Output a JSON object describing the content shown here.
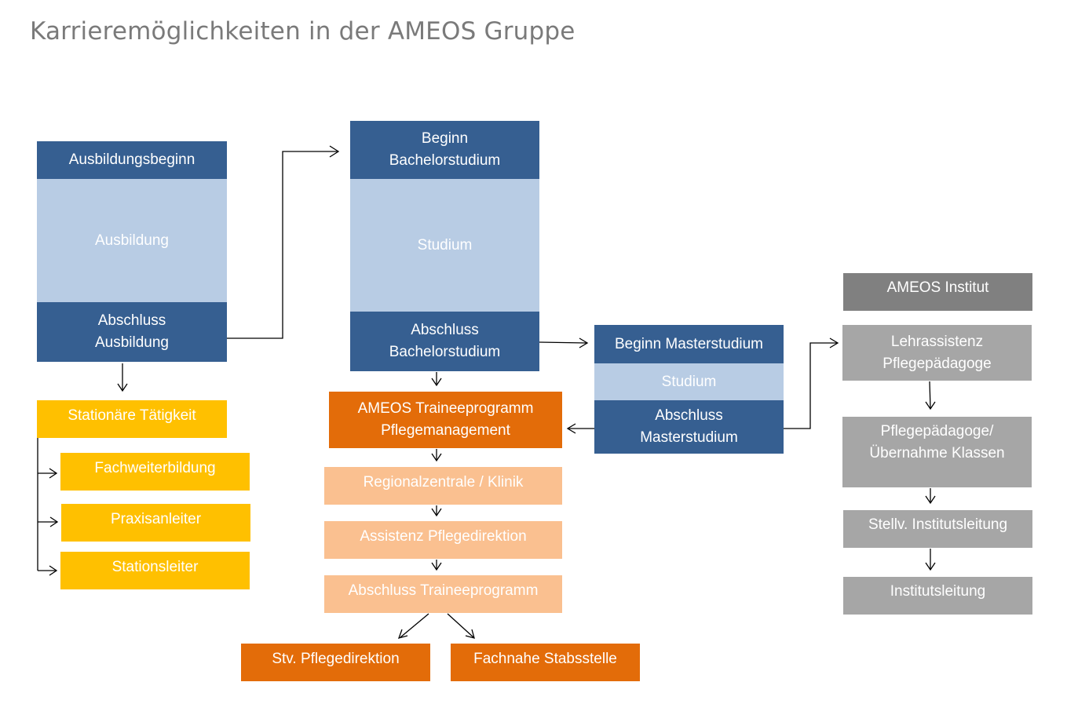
{
  "title": "Karrieremöglichkeiten in der AMEOS Gruppe",
  "colors": {
    "dark_blue": "#365f91",
    "light_blue": "#b8cce4",
    "yellow": "#ffc000",
    "orange": "#e36c09",
    "peach": "#fac090",
    "gray": "#a6a6a6",
    "gray_dark": "#808080"
  },
  "ausbildung": {
    "begin": "Ausbildungsbeginn",
    "phase": "Ausbildung",
    "end": "Abschluss\nAusbildung",
    "stationaer": "Stationäre Tätigkeit",
    "options": [
      "Fachweiterbildung",
      "Praxisanleiter",
      "Stationsleiter"
    ]
  },
  "bachelor": {
    "begin": "Beginn\nBachelorstudium",
    "phase": "Studium",
    "end": "Abschluss\nBachelorstudium"
  },
  "trainee": {
    "program": "AMEOS Traineeprogramm\nPflegemanagement",
    "steps": [
      "Regionalzentrale / Klinik",
      "Assistenz Pflegedirektion",
      "Abschluss Traineeprogramm"
    ],
    "outcomes": [
      "Stv. Pflegedirektion",
      "Fachnahe Stabsstelle"
    ]
  },
  "master": {
    "begin": "Beginn Masterstudium",
    "phase": "Studium",
    "end": "Abschluss\nMasterstudium"
  },
  "institut": {
    "header": "AMEOS Institut",
    "steps": [
      "Lehrassistenz\nPflegepädagoge",
      "Pflegepädagoge/\nÜbernahme Klassen",
      "Stellv. Institutsleitung",
      "Institutsleitung"
    ]
  }
}
